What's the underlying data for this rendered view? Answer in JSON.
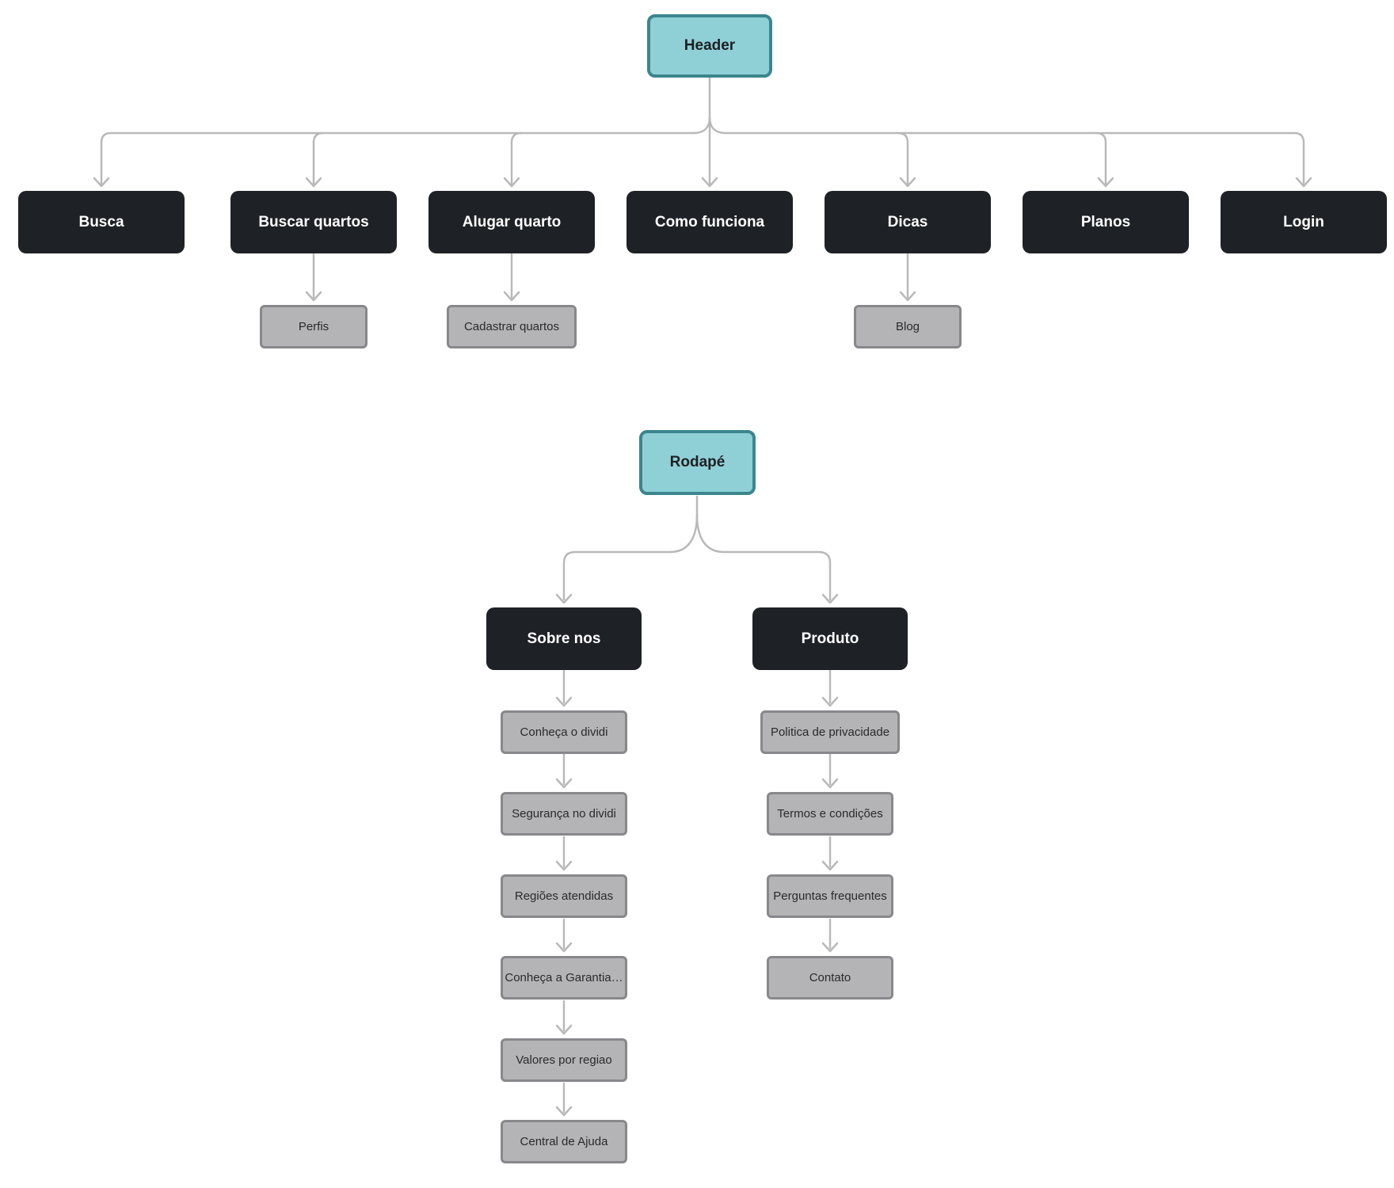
{
  "title": "Sitemap diagram",
  "colors": {
    "teal_fill": "#8FD0D6",
    "teal_border": "#3B868E",
    "dark_fill": "#1E2126",
    "dark_text": "#FFFFFF",
    "gray_fill": "#B4B4B6",
    "gray_border": "#88888C",
    "gray_text": "#2A2A2D",
    "connector": "#B9B9B9",
    "background": "#FFFFFF"
  },
  "header": {
    "label": "Header",
    "children": [
      {
        "label": "Busca"
      },
      {
        "label": "Buscar quartos",
        "child": {
          "label": "Perfis"
        }
      },
      {
        "label": "Alugar quarto",
        "child": {
          "label": "Cadastrar quartos"
        }
      },
      {
        "label": "Como funciona"
      },
      {
        "label": "Dicas",
        "child": {
          "label": "Blog"
        }
      },
      {
        "label": "Planos"
      },
      {
        "label": "Login"
      }
    ]
  },
  "footer": {
    "label": "Rodapé",
    "sections": [
      {
        "label": "Sobre nos",
        "links": [
          "Conheça o dividi",
          "Segurança no dividi",
          "Regiões atendidas",
          "Conheça a Garantia…",
          "Valores por regiao",
          "Central de Ajuda"
        ]
      },
      {
        "label": "Produto",
        "links": [
          "Politica de privacidade",
          "Termos e condições",
          "Perguntas frequentes",
          "Contato"
        ]
      }
    ]
  }
}
